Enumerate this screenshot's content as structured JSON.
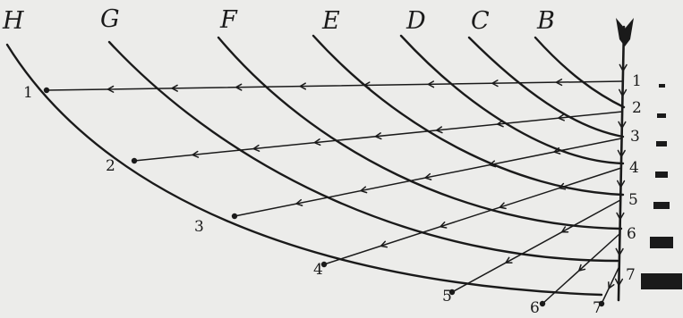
{
  "curves": [
    {
      "label": "H"
    },
    {
      "label": "G"
    },
    {
      "label": "F"
    },
    {
      "label": "E"
    },
    {
      "label": "D"
    },
    {
      "label": "C"
    },
    {
      "label": "B"
    }
  ],
  "rays": [
    {
      "left_label": "1",
      "right_label": "1"
    },
    {
      "left_label": "2",
      "right_label": "2"
    },
    {
      "left_label": "3",
      "right_label": "3"
    },
    {
      "left_label": "4",
      "right_label": "4"
    },
    {
      "left_label": "5",
      "right_label": "5"
    },
    {
      "left_label": "6",
      "right_label": "6"
    },
    {
      "left_label": "7",
      "right_label": "7"
    }
  ],
  "right_marks": [
    "1",
    "2",
    "3",
    "4",
    "5",
    "6",
    "7"
  ]
}
